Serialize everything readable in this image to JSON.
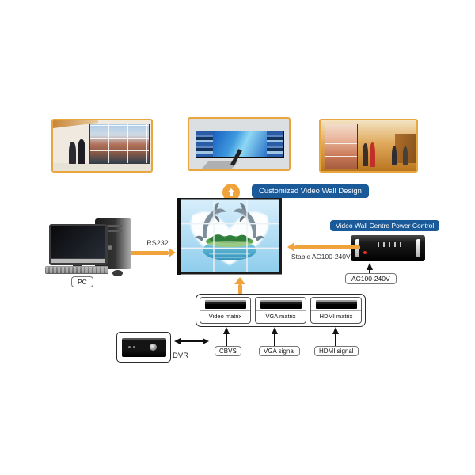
{
  "colors": {
    "accent_orange": "#F0A23B",
    "label_blue": "#1A5A99"
  },
  "design_label": "Customized Video Wall Design",
  "pc": {
    "label": "PC",
    "connection_label": "RS232"
  },
  "power": {
    "title": "Video Wall Centre Power Control",
    "output_label": "Stable AC100-240V",
    "input_label": "AC100-240V"
  },
  "matrices": {
    "items": [
      {
        "label": "Video matrix"
      },
      {
        "label": "VGA matrix"
      },
      {
        "label": "HDMI matrix"
      }
    ]
  },
  "signals": {
    "items": [
      {
        "label": "CBVS"
      },
      {
        "label": "VGA signal"
      },
      {
        "label": "HDMI signal"
      }
    ]
  },
  "dvr": {
    "label": "DVR"
  }
}
